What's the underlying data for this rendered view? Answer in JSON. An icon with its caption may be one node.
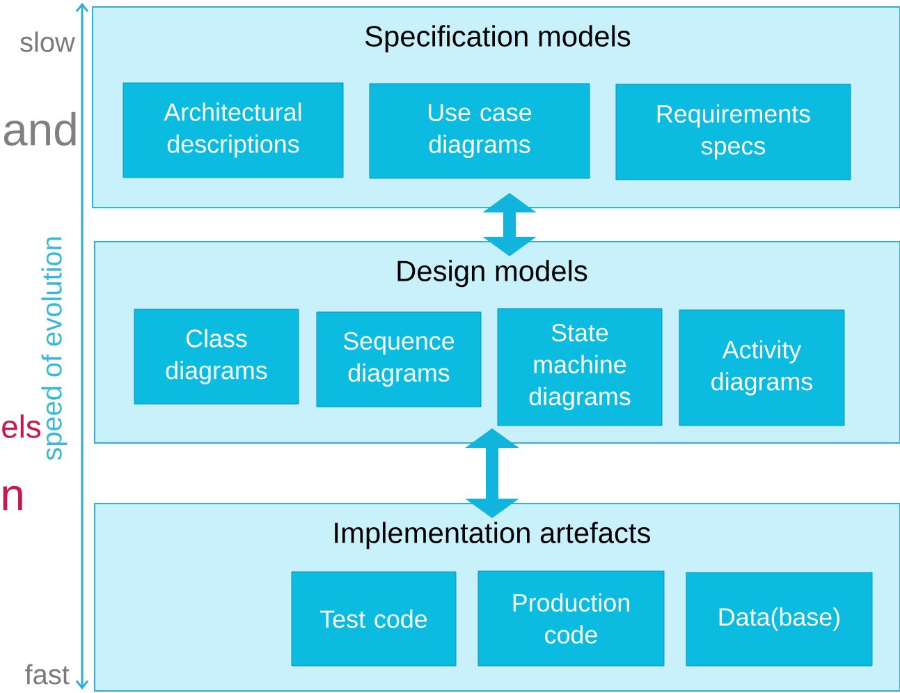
{
  "diagram": {
    "nodes": [
      {
        "text": [
          "Specification models"
        ]
      },
      {
        "text": [
          "Architectural descriptions"
        ],
        "in": 0
      },
      {
        "text": [
          "Use case diagrams"
        ],
        "in": 0
      },
      {
        "text": [
          "Requirements specs"
        ],
        "in": 0
      },
      {
        "text": [
          "Design models"
        ]
      },
      {
        "text": [
          "Class diagrams"
        ],
        "in": 4
      },
      {
        "text": [
          "Sequence diagrams"
        ],
        "in": 4
      },
      {
        "text": [
          "State machine diagrams"
        ],
        "in": 4
      },
      {
        "text": [
          "Activity diagrams"
        ],
        "in": 4
      },
      {
        "text": [
          "Implementation artefacts"
        ]
      },
      {
        "text": [
          "Test code"
        ],
        "in": 9
      },
      {
        "text": [
          "Production code"
        ],
        "in": 9
      },
      {
        "text": [
          "Data(base)"
        ],
        "in": 9
      }
    ],
    "edges": [
      {
        "from": 0,
        "to": 4,
        "arrow": "both"
      },
      {
        "from": 4,
        "to": 9,
        "arrow": "both"
      }
    ],
    "labels": [
      "slow",
      "and",
      "speed of evolution",
      "els",
      "n",
      "fast"
    ]
  }
}
